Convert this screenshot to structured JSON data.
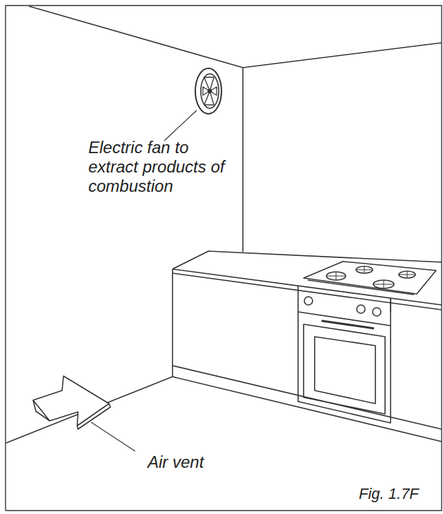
{
  "diagram": {
    "labels": [
      "Electric fan to extract products of combustion",
      "Air vent",
      "Fig. 1.7F"
    ]
  }
}
